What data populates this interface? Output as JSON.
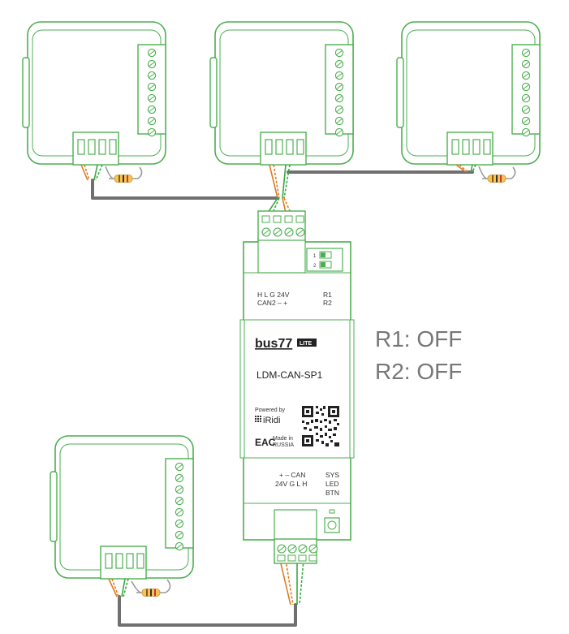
{
  "colors": {
    "device_outline": "#4caf50",
    "cable": "#707070",
    "wire_orange": "#e07b22",
    "wire_green": "#3aa845",
    "resistor_body": "#f6c453",
    "text_gray": "#777777"
  },
  "controller": {
    "top_row1": "H   L   G 24V",
    "top_row2": "CAN2  –    +",
    "top_r1": "R1",
    "top_r2": "R2",
    "brand": "bus77",
    "brand_badge": "LITE",
    "model": "LDM-CAN-SP1",
    "powered_by": "Powered by",
    "iridi": "iRidi",
    "eac": "EAC",
    "made_in_1": "Made in",
    "made_in_2": "RUSSIA",
    "bottom_row1": "+   –   CAN",
    "bottom_row2": "24V G   L   H",
    "bottom_sys1": "SYS",
    "bottom_sys2": "LED",
    "bottom_sys3": "BTN",
    "switch_1": "1",
    "switch_2": "2"
  },
  "settings": {
    "r1": "R1: OFF",
    "r2": "R2: OFF"
  }
}
